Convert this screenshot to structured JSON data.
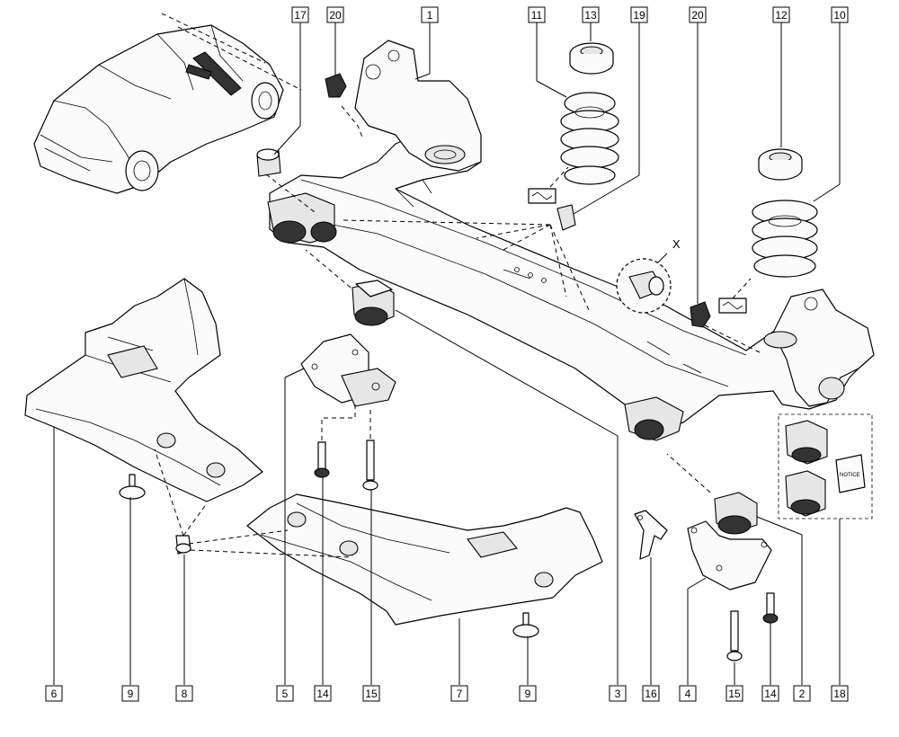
{
  "callouts_top": [
    "17",
    "20",
    "1",
    "11",
    "13",
    "19",
    "20",
    "12",
    "10"
  ],
  "callouts_bottom": [
    "6",
    "9",
    "8",
    "5",
    "14",
    "15",
    "7",
    "9",
    "3",
    "16",
    "4",
    "15",
    "14",
    "2",
    "18"
  ],
  "detail_label": "X",
  "notice_text": "NOTICE"
}
